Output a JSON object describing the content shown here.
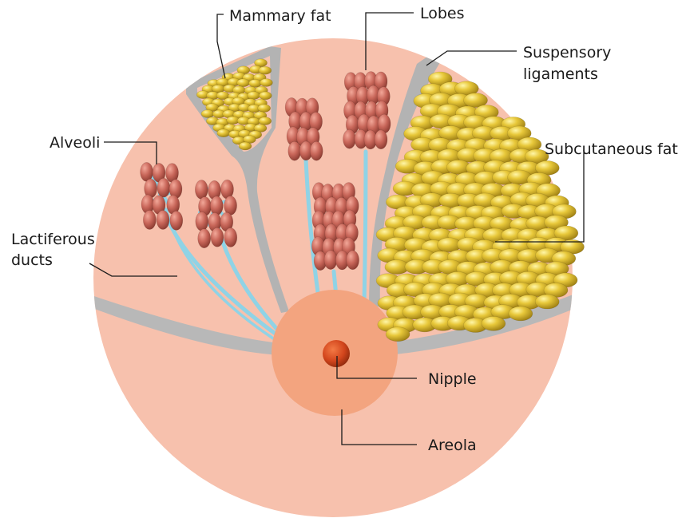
{
  "diagram": {
    "labels": {
      "mammary_fat": "Mammary fat",
      "lobes": "Lobes",
      "suspensory_line1": "Suspensory",
      "suspensory_line2": "ligaments",
      "alveoli": "Alveoli",
      "subcutaneous_fat": "Subcutaneous fat",
      "lactiferous_line1": "Lactiferous",
      "lactiferous_line2": "ducts",
      "nipple": "Nipple",
      "areola": "Areola"
    },
    "colors": {
      "skin": "#f6c0ab",
      "skin_dark": "#f3a37f",
      "ligament_gray": "#b3b3b3",
      "duct_blue": "#8fd3e6",
      "lobule_red": "#c96a5c",
      "fat_yellow": "#e2c234",
      "nipple": "#d2451c"
    }
  }
}
